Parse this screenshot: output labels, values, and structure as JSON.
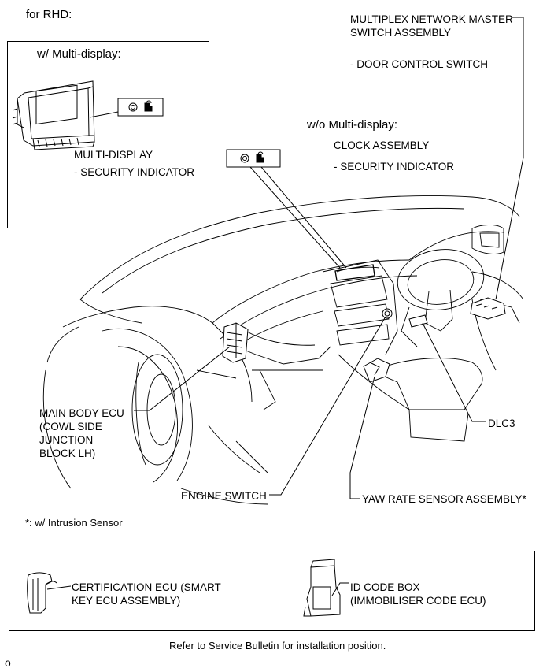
{
  "header": {
    "variant": "for RHD:"
  },
  "inset": {
    "title": "w/ Multi-display:",
    "part_name": "MULTI-DISPLAY",
    "part_sub": "- SECURITY INDICATOR"
  },
  "callouts": {
    "mnms_line1": "MULTIPLEX NETWORK MASTER",
    "mnms_line2": "SWITCH ASSEMBLY",
    "mnms_sub": "- DOOR CONTROL SWITCH",
    "wo_multi": "w/o Multi-display:",
    "clock": "CLOCK ASSEMBLY",
    "clock_sub": "- SECURITY INDICATOR",
    "main_body_1": "MAIN BODY ECU",
    "main_body_2": "(COWL SIDE",
    "main_body_3": "JUNCTION",
    "main_body_4": "BLOCK LH)",
    "dlc3": "DLC3",
    "engine_switch": "ENGINE SWITCH",
    "yaw_rate": "YAW RATE SENSOR ASSEMBLY*"
  },
  "footnote": "*: w/ Intrusion Sensor",
  "bottom_box": {
    "cert_1": "CERTIFICATION ECU (SMART",
    "cert_2": "KEY ECU ASSEMBLY)",
    "id_1": "ID CODE BOX",
    "id_2": "(IMMOBILISER CODE ECU)"
  },
  "bottom_note": "Refer to Service Bulletin for installation position.",
  "corner_mark": "o"
}
